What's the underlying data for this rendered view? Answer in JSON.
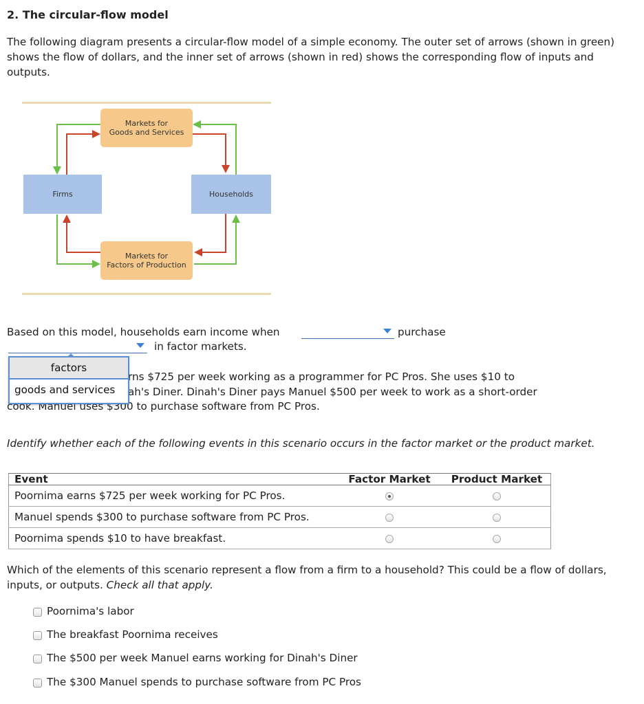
{
  "heading": "2. The circular-flow model",
  "intro": "The following diagram presents a circular-flow model of a simple economy. The outer set of arrows (shown in green) shows the flow of dollars, and the inner set of arrows (shown in red) shows the corresponding flow of inputs and outputs.",
  "diagram": {
    "goods_market": [
      "Markets for",
      "Goods and Services"
    ],
    "factor_market": [
      "Markets for",
      "Factors of Production"
    ],
    "firms": "Firms",
    "households": "Households",
    "colors": {
      "dollars": "#6cc04a",
      "goods": "#c8442a",
      "market_fill": "#f6c98a",
      "agent_fill": "#a9c3e8"
    }
  },
  "sentence": {
    "part1": "Based on this model, households earn income when",
    "part2": "purchase",
    "part3": "in factor markets.",
    "dropdown1_value": "",
    "dropdown2_value": ""
  },
  "dropdown_menu": {
    "options": [
      "factors",
      "goods and services"
    ],
    "highlighted": "factors"
  },
  "scenario": {
    "line1_visible": "rns $725 per week working as a programmer for PC Pros. She uses $10 to",
    "line2_visible": "ah's Diner. Dinah's Diner pays Manuel $500 per week to work as a short-order",
    "line3": "cook. Manuel uses $300 to purchase software from PC Pros."
  },
  "identify_prompt": "Identify whether each of the following events in this scenario occurs in the factor market or the product market.",
  "table": {
    "headers": [
      "Event",
      "Factor Market",
      "Product Market"
    ],
    "rows": [
      {
        "event": "Poornima earns $725 per week working for PC Pros.",
        "selected": "Factor Market"
      },
      {
        "event": "Manuel spends $300 to purchase software from PC Pros.",
        "selected": ""
      },
      {
        "event": "Poornima spends $10 to have breakfast.",
        "selected": ""
      }
    ]
  },
  "question": {
    "text": "Which of the elements of this scenario represent a flow from a firm to a household? This could be a flow of dollars, inputs, or outputs.",
    "instruction": "Check all that apply.",
    "options": [
      "Poornima's labor",
      "The breakfast Poornima receives",
      "The $500 per week Manuel earns working for Dinah's Diner",
      "The $300 Manuel spends to purchase software from PC Pros"
    ]
  }
}
